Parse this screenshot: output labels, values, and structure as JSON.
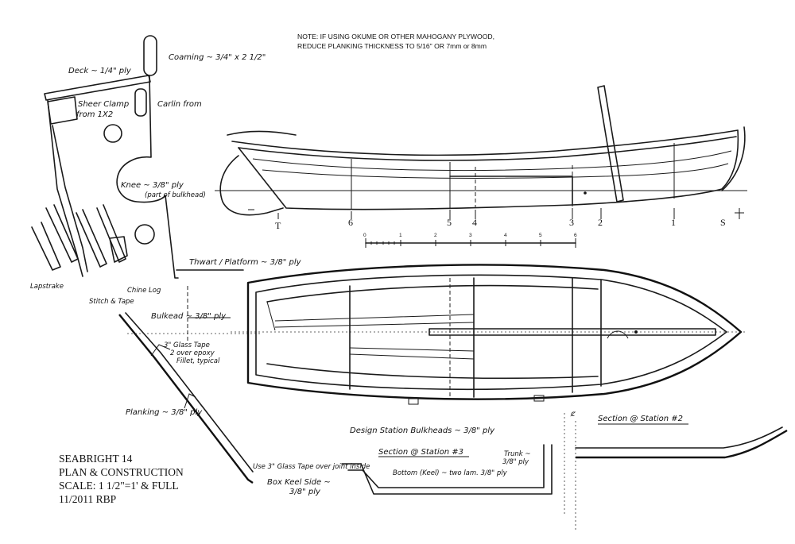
{
  "note": {
    "line1": "NOTE: IF USING OKUME OR OTHER MAHOGANY PLYWOOD,",
    "line2": "REDUCE PLANKING THICKNESS TO 5/16\" OR 7mm or 8mm"
  },
  "title_block": {
    "line1": "SEABRIGHT 14",
    "line2": "PLAN & CONSTRUCTION",
    "line3": "SCALE: 1 1/2\"=1' & FULL",
    "line4": "11/2011    RBP"
  },
  "detail_labels": {
    "deck": "Deck ~ 1/4\" ply",
    "coaming": "Coaming ~ 3/4\" x 2 1/2\"",
    "sheer_clamp_1": "Sheer Clamp",
    "sheer_clamp_2": "from 1X2",
    "carlin": "Carlin from",
    "knee_1": "Knee ~ 3/8\" ply",
    "knee_2": "(part of bulkhead)",
    "thwart": "Thwart / Platform ~ 3/8\" ply",
    "lapstrake": "Lapstrake",
    "chine_log": "Chine Log",
    "stitch_tape": "Stitch & Tape",
    "bulkhead": "Bulkead ~ 3/8\" ply",
    "glass_tape_1": "3\" Glass Tape",
    "glass_tape_2": "2 over epoxy",
    "glass_tape_3": "Fillet, typical",
    "planking": "Planking ~ 3/8\" ply",
    "design_bulkheads": "Design Station Bulkheads ~ 3/8\" ply",
    "section3_title": "Section @ Station #3",
    "section2_title": "Section @ Station #2",
    "trunk_1": "Trunk ~",
    "trunk_2": "3/8\" ply",
    "use_glass_tape": "Use 3\" Glass Tape over joint inside",
    "box_keel_1": "Box Keel Side ~",
    "box_keel_2": "3/8\" ply",
    "bottom_keel": "Bottom (Keel) ~ two lam. 3/8\" ply",
    "centerline_mark": "ȼ"
  },
  "stations": [
    "T",
    "6",
    "5",
    "4",
    "3",
    "2",
    "1",
    "S"
  ],
  "scale_bar": {
    "ticks": [
      "0",
      "1",
      "2",
      "3",
      "4",
      "5",
      "6"
    ]
  }
}
